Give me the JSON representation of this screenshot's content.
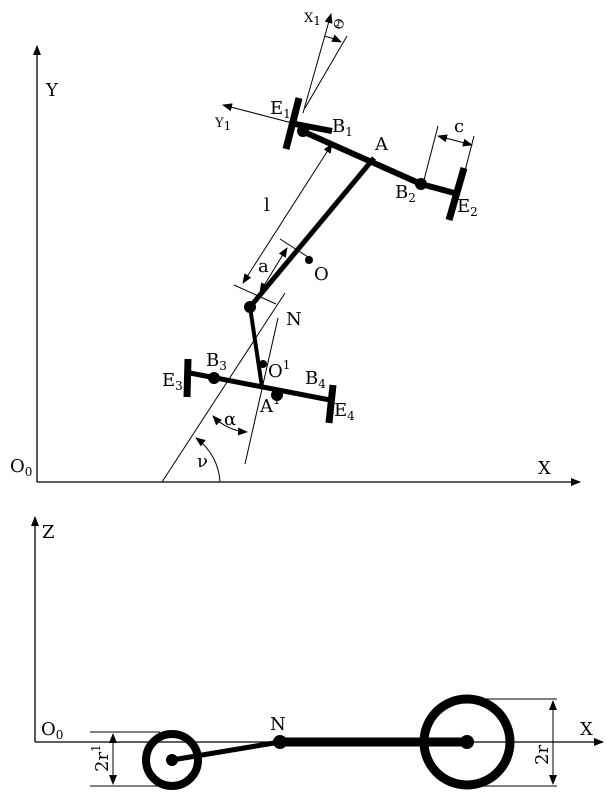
{
  "top": {
    "axis_y": "Y",
    "axis_x": "X",
    "origin": "O",
    "origin_sub": "0",
    "points": {
      "E1": {
        "t": "E",
        "s": "1"
      },
      "B1": {
        "t": "B",
        "s": "1"
      },
      "A": {
        "t": "A",
        "s": ""
      },
      "B2": {
        "t": "B",
        "s": "2"
      },
      "E2": {
        "t": "E",
        "s": "2"
      },
      "O": {
        "t": "O",
        "s": ""
      },
      "N": {
        "t": "N",
        "s": ""
      },
      "O1": {
        "t": "O",
        "s": "1"
      },
      "B3": {
        "t": "B",
        "s": "3"
      },
      "E3": {
        "t": "E",
        "s": "3"
      },
      "A1": {
        "t": "A",
        "s": "1"
      },
      "B4": {
        "t": "B",
        "s": "4"
      },
      "E4": {
        "t": "E",
        "s": "4"
      }
    },
    "local_x": {
      "t": "X",
      "s": "1"
    },
    "local_y": {
      "t": "Y",
      "s": "1"
    },
    "theta": "Θ",
    "len_l": "l",
    "len_a": "a",
    "len_c": "c",
    "alpha": "α",
    "nu": "ν"
  },
  "bottom": {
    "axis_z": "Z",
    "axis_x": "X",
    "origin": "O",
    "origin_sub": "0",
    "point_n": "N",
    "dim_small": "2r",
    "dim_small_sup": "1",
    "dim_large": "2r"
  }
}
